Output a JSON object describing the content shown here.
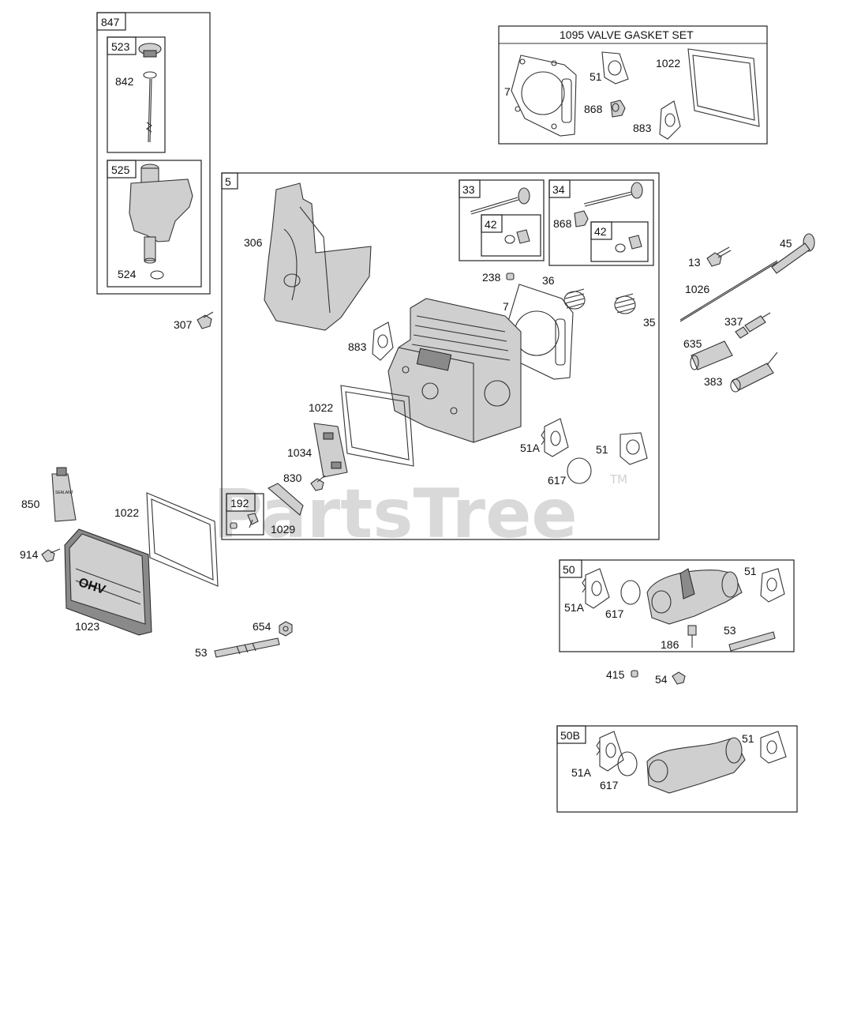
{
  "watermark": {
    "brand": "PartsTree",
    "trademark": "TM"
  },
  "boxes": {
    "b847": "847",
    "b523": "523",
    "b525": "525",
    "b1095": "1095 VALVE GASKET SET",
    "b5": "5",
    "b33": "33",
    "b42a": "42",
    "b34": "34",
    "b42b": "42",
    "b192": "192",
    "b50": "50",
    "b50B": "50B"
  },
  "labels": {
    "p842": "842",
    "p524": "524",
    "p307": "307",
    "p7a": "7",
    "p51a": "51",
    "p868a": "868",
    "p1022a": "1022",
    "p883a": "883",
    "p306": "306",
    "p868b": "868",
    "p238": "238",
    "p36": "36",
    "p7b": "7",
    "p35": "35",
    "p883b": "883",
    "p1022b": "1022",
    "p1034": "1034",
    "p830": "830",
    "p1029": "1029",
    "p51Ab": "51A",
    "p51b": "51",
    "p617b": "617",
    "p13": "13",
    "p45": "45",
    "p1026": "1026",
    "p337": "337",
    "p635": "635",
    "p383": "383",
    "p850": "850",
    "p1022c": "1022",
    "p914": "914",
    "p1023": "1023",
    "p654": "654",
    "p53a": "53",
    "p51Ac": "51A",
    "p617c": "617",
    "p51c": "51",
    "p53b": "53",
    "p186": "186",
    "p415": "415",
    "p54": "54",
    "p51Ad": "51A",
    "p617d": "617",
    "p51d": "51"
  },
  "icons": {
    "sealant_tube_text": "SEALANT",
    "cover_emblem": "OHV"
  }
}
